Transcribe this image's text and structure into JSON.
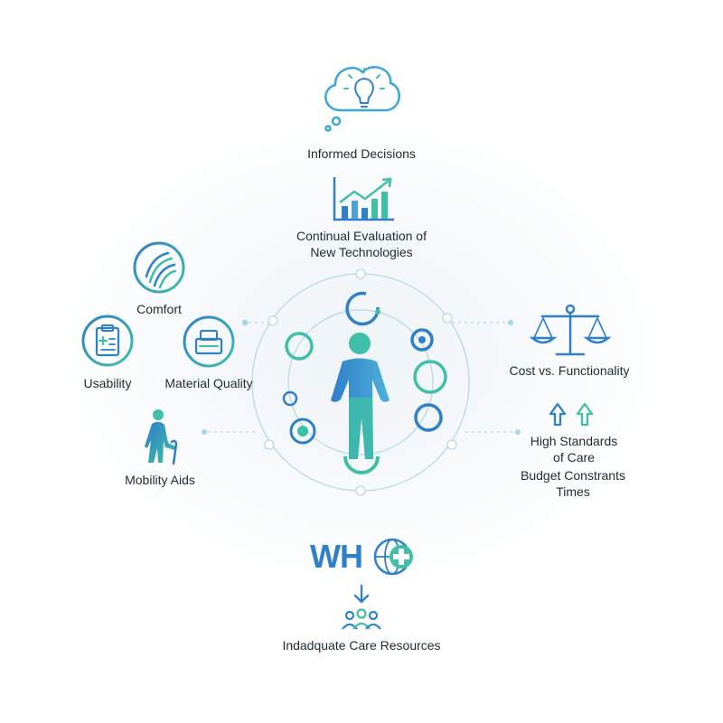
{
  "labels": {
    "informed_decisions": "Informed Decisions",
    "continual_evaluation_line1": "Continual Evaluation of",
    "continual_evaluation_line2": "New Technologies",
    "comfort": "Comfort",
    "usability": "Usability",
    "material_quality": "Material Quality",
    "mobility_aids": "Mobility Aids",
    "cost_vs_functionality": "Cost vs. Functionality",
    "high_standards_line1": "High Standards",
    "high_standards_line2": "of Care",
    "budget_constraints_line1": "Budget Constrants",
    "budget_constraints_line2": "Times",
    "inadequate_care": "Indadquate Care Resources"
  },
  "logo": {
    "text": "WH"
  },
  "colors": {
    "blue": "#2f7fc9",
    "teal": "#3fc0a6",
    "dark": "#1f2a33",
    "line": "#b8d3de"
  },
  "icons": [
    "lightbulb-thought-icon",
    "growth-chart-icon",
    "fabric-texture-icon",
    "clipboard-icon",
    "material-box-icon",
    "elderly-cane-icon",
    "balance-scale-icon",
    "up-arrows-icon",
    "down-arrow-icon",
    "group-people-icon",
    "person-figure-icon",
    "globe-plus-icon"
  ]
}
